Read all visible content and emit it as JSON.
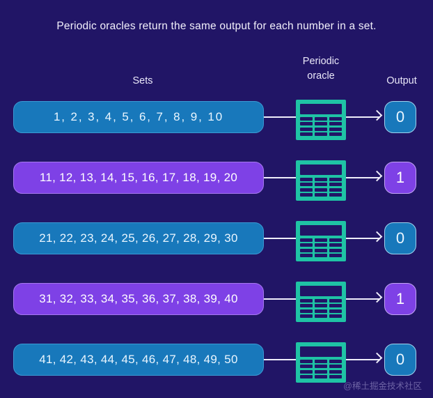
{
  "title": "Periodic oracles return the same output for each number in a set.",
  "headers": {
    "sets": "Sets",
    "oracle_line1": "Periodic",
    "oracle_line2": "oracle",
    "output": "Output"
  },
  "colors": {
    "background": "#211566",
    "blue": "#1878bb",
    "purple": "#7e41e6",
    "teal": "#1fc3a5",
    "line": "#efeefb",
    "title_text": "#f2f0fb",
    "watermark": "#6d63a4"
  },
  "icon_names": {
    "oracle": "periodic-oracle-table-icon",
    "arrow": "arrow-right-icon"
  },
  "rows": [
    {
      "set": "1,  2,  3,  4,  5,  6,  7,  8,  9, 10",
      "numbers": [
        1,
        2,
        3,
        4,
        5,
        6,
        7,
        8,
        9,
        10
      ],
      "output": "0",
      "color": "blue",
      "spaced": true
    },
    {
      "set": "11, 12, 13, 14, 15, 16, 17, 18, 19, 20",
      "numbers": [
        11,
        12,
        13,
        14,
        15,
        16,
        17,
        18,
        19,
        20
      ],
      "output": "1",
      "color": "purple",
      "spaced": false
    },
    {
      "set": "21, 22, 23, 24, 25, 26, 27, 28, 29, 30",
      "numbers": [
        21,
        22,
        23,
        24,
        25,
        26,
        27,
        28,
        29,
        30
      ],
      "output": "0",
      "color": "blue",
      "spaced": false
    },
    {
      "set": "31, 32, 33, 34, 35, 36, 37, 38, 39, 40",
      "numbers": [
        31,
        32,
        33,
        34,
        35,
        36,
        37,
        38,
        39,
        40
      ],
      "output": "1",
      "color": "purple",
      "spaced": false
    },
    {
      "set": "41, 42, 43, 44, 45, 46, 47, 48, 49, 50",
      "numbers": [
        41,
        42,
        43,
        44,
        45,
        46,
        47,
        48,
        49,
        50
      ],
      "output": "0",
      "color": "blue",
      "spaced": false
    }
  ],
  "watermark": "@稀土掘金技术社区"
}
